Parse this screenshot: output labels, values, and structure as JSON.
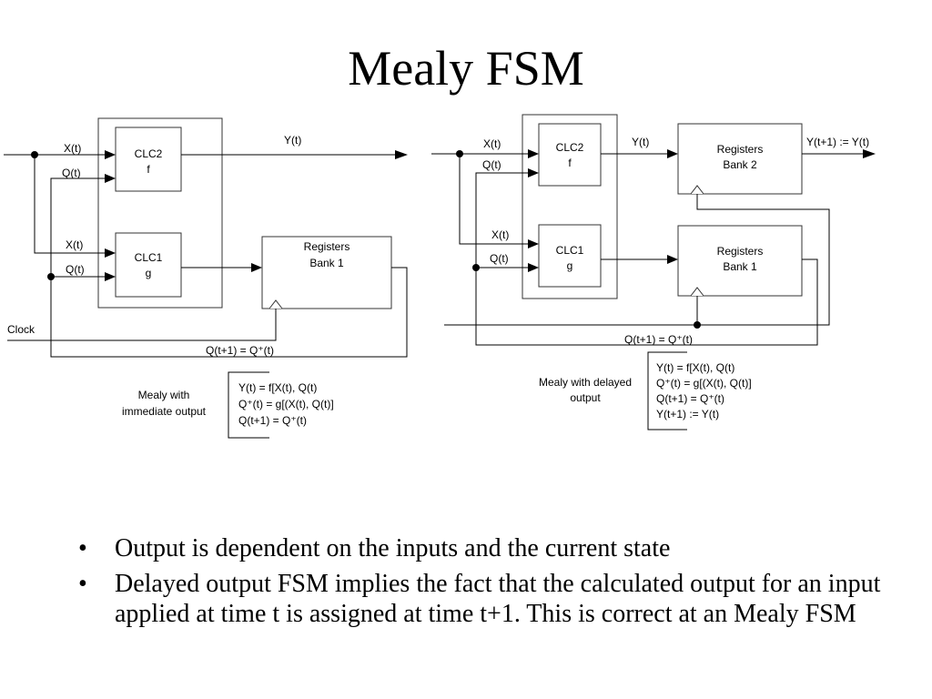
{
  "slide": {
    "title": "Mealy FSM"
  },
  "diagrams": {
    "immediate": {
      "caption": [
        "Mealy with",
        "immediate output"
      ],
      "blocks": {
        "clc2": [
          "CLC2",
          "f"
        ],
        "clc1": [
          "CLC1",
          "g"
        ],
        "reg1": [
          "Registers",
          "Bank 1"
        ]
      },
      "signals": {
        "x_top": "X(t)",
        "q_top": "Q(t)",
        "x_bottom": "X(t)",
        "q_bottom": "Q(t)",
        "y_out": "Y(t)",
        "clock": "Clock",
        "feedback": "Q(t+1) = Q⁺(t)"
      },
      "equations": [
        "Y(t) = f[X(t), Q(t)",
        "Q⁺(t) = g[(X(t), Q(t)]",
        "Q(t+1) = Q⁺(t)"
      ]
    },
    "delayed": {
      "caption": [
        "Mealy with delayed",
        "output"
      ],
      "blocks": {
        "clc2": [
          "CLC2",
          "f"
        ],
        "clc1": [
          "CLC1",
          "g"
        ],
        "reg2": [
          "Registers",
          "Bank 2"
        ],
        "reg1": [
          "Registers",
          "Bank 1"
        ]
      },
      "signals": {
        "x_top": "X(t)",
        "q_top": "Q(t)",
        "x_bottom": "X(t)",
        "q_bottom": "Q(t)",
        "y_mid": "Y(t)",
        "y_out": "Y(t+1) := Y(t)",
        "feedback": "Q(t+1) = Q⁺(t)"
      },
      "equations": [
        "Y(t) = f[X(t), Q(t)",
        "Q⁺(t) = g[(X(t), Q(t)]",
        "Q(t+1) = Q⁺(t)",
        "Y(t+1) := Y(t)"
      ]
    }
  },
  "bullets": [
    "Output is dependent on the inputs and the current state",
    "Delayed output FSM implies the fact that the calculated output for an input applied at time t is assigned at time t+1. This is correct at an Mealy FSM"
  ]
}
